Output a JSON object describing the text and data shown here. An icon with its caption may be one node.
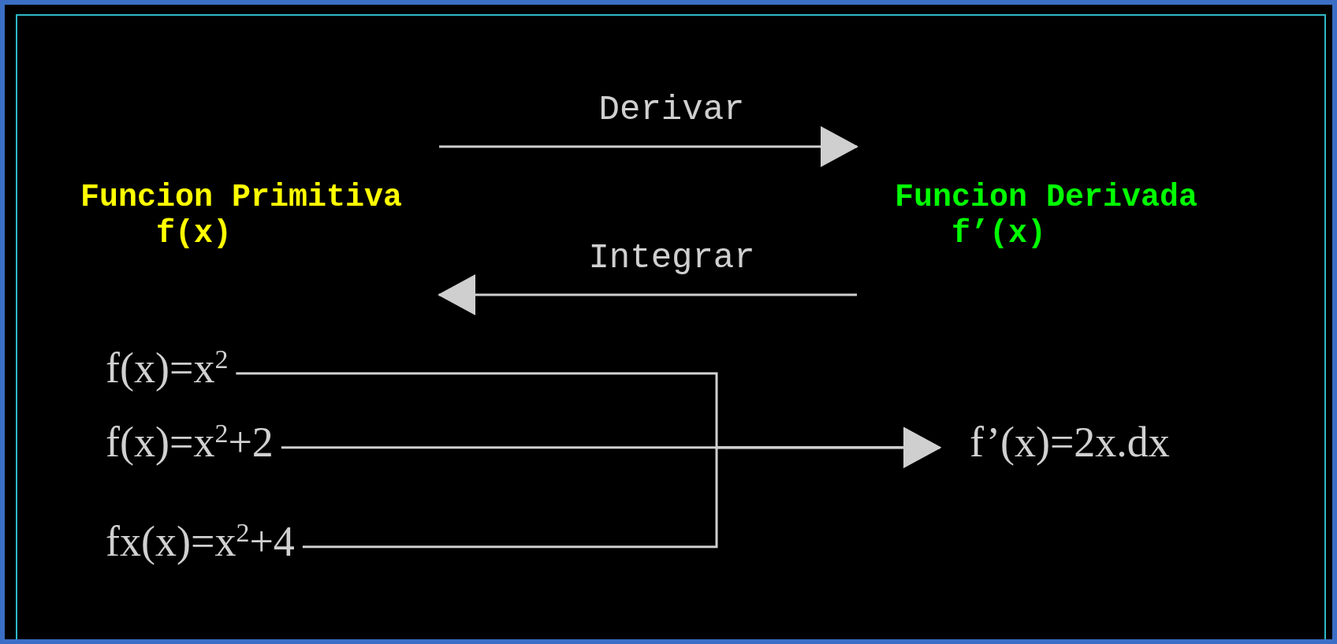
{
  "diagram": {
    "nodes": [
      {
        "text": [
          "Funcion Primitiva",
          "f(x)"
        ]
      },
      {
        "text": [
          "Funcion Derivada",
          "f’(x)"
        ]
      },
      {
        "text": [
          "f(x)=x$^{2}$"
        ]
      },
      {
        "text": [
          "f(x)=x$^{2}$+2"
        ]
      },
      {
        "text": [
          "fx(x)=x$^{2}$+4"
        ]
      },
      {
        "text": [
          "f’(x)=2x.dx"
        ]
      }
    ],
    "edges": [
      {
        "from": 0,
        "to": 1,
        "arrow": "to",
        "label": "Derivar"
      },
      {
        "from": 1,
        "to": 0,
        "arrow": "to",
        "label": "Integrar"
      },
      {
        "from": 2,
        "to": 5,
        "arrow": "to"
      },
      {
        "from": 3,
        "to": 5,
        "arrow": "to"
      },
      {
        "from": 4,
        "to": 5,
        "arrow": "to"
      }
    ]
  }
}
